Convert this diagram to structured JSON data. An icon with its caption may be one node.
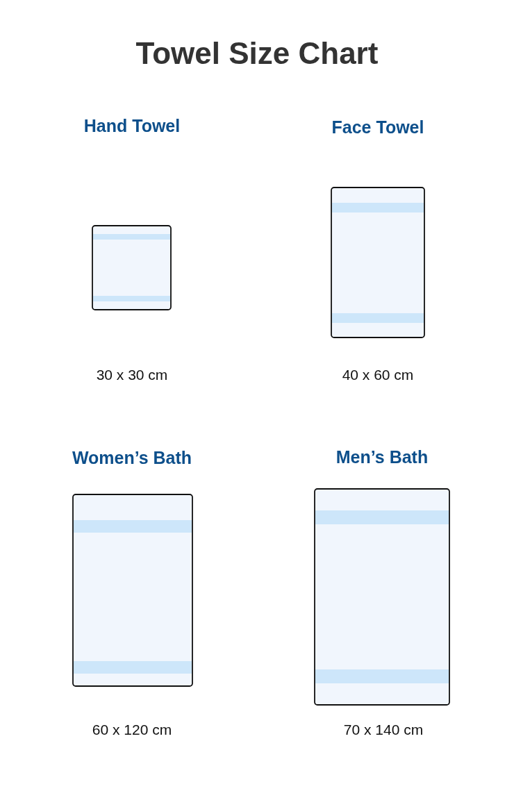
{
  "diagram": {
    "title": "Towel Size Chart",
    "labels": [
      "Hand Towel",
      "Face Towel",
      "30 x 30 cm",
      "40 x 60 cm",
      "Women’s Bath",
      "Men’s Bath",
      "60 x 120 cm",
      "70 x 140 cm"
    ]
  }
}
